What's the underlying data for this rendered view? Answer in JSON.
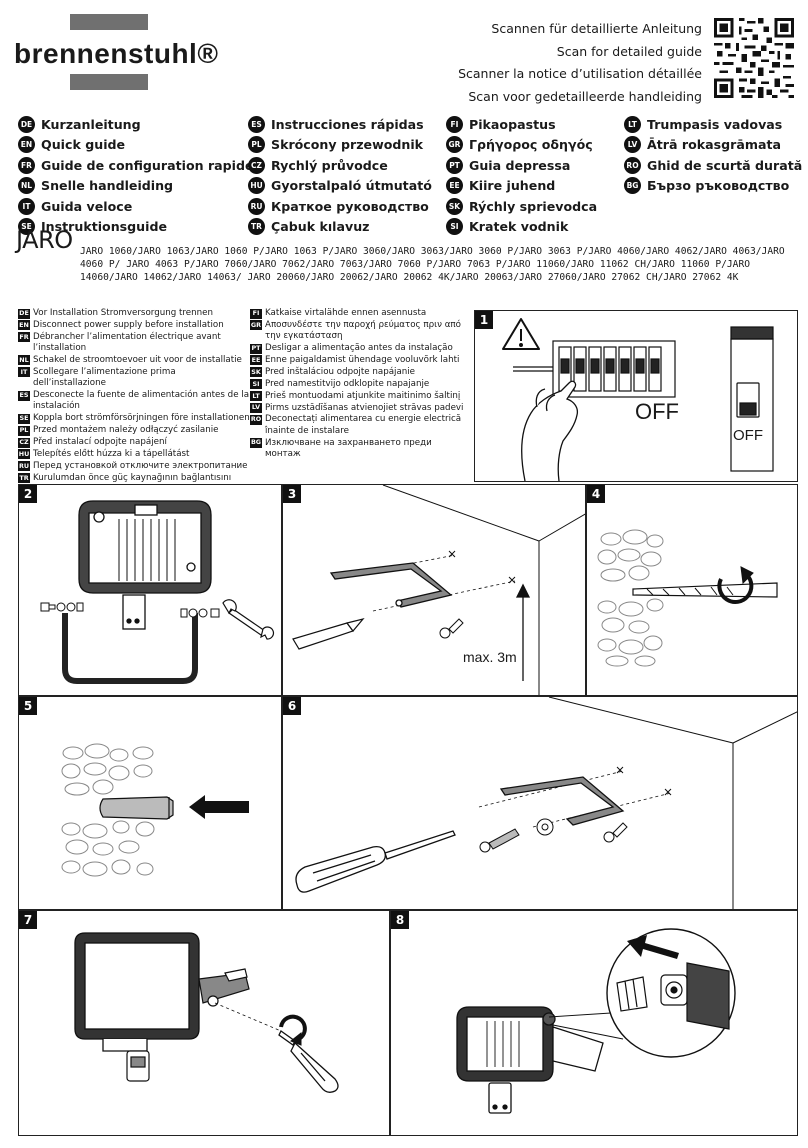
{
  "brand": {
    "name": "brennenstuhl®"
  },
  "scan": {
    "lines": [
      "Scannen für detaillierte Anleitung",
      "Scan for detailed guide",
      "Scanner la notice d’utilisation détaillée",
      "Scan voor gedetailleerde handleiding"
    ]
  },
  "languages": {
    "col1": [
      {
        "code": "DE",
        "label": "Kurzanleitung"
      },
      {
        "code": "EN",
        "label": "Quick guide"
      },
      {
        "code": "FR",
        "label": "Guide de configuration rapide"
      },
      {
        "code": "NL",
        "label": "Snelle handleiding"
      },
      {
        "code": "IT",
        "label": "Guida veloce"
      },
      {
        "code": "SE",
        "label": "Instruktionsguide"
      }
    ],
    "col2": [
      {
        "code": "ES",
        "label": "Instrucciones rápidas"
      },
      {
        "code": "PL",
        "label": "Skrócony przewodnik"
      },
      {
        "code": "CZ",
        "label": "Rychlý průvodce"
      },
      {
        "code": "HU",
        "label": "Gyorstalpaló útmutató"
      },
      {
        "code": "RU",
        "label": "Краткое руководство"
      },
      {
        "code": "TR",
        "label": "Çabuk kılavuz"
      }
    ],
    "col3": [
      {
        "code": "FI",
        "label": "Pikaopastus"
      },
      {
        "code": "GR",
        "label": "Γρήγορος οδηγός"
      },
      {
        "code": "PT",
        "label": "Guia depressa"
      },
      {
        "code": "EE",
        "label": "Kiire juhend"
      },
      {
        "code": "SK",
        "label": "Rýchly sprievodca"
      },
      {
        "code": "SI",
        "label": "Kratek vodnik"
      }
    ],
    "col4": [
      {
        "code": "LT",
        "label": "Trumpasis vadovas"
      },
      {
        "code": "LV",
        "label": "Ātrā rokasgrāmata"
      },
      {
        "code": "RO",
        "label": "Ghid de scurtă durată"
      },
      {
        "code": "BG",
        "label": "Бързо ръководство"
      }
    ]
  },
  "product": {
    "name": "JARO",
    "models": "JARO 1060/JARO 1063/JARO 1060 P/JARO 1063 P/JARO 3060/JARO 3063/JARO 3060 P/JARO 3063 P/JARO 4060/JARO 4062/JARO 4063/JARO 4060 P/ JARO 4063 P/JARO 7060/JARO 7062/JARO 7063/JARO 7060 P/JARO 7063 P/JARO 11060/JARO 11062 CH/JARO 11060 P/JARO 14060/JARO 14062/JARO 14063/ JARO 20060/JARO 20062/JARO 20062 4K/JARO 20063/JARO 27060/JARO 27062 CH/JARO 27062 4K"
  },
  "warnings": {
    "col1": [
      {
        "code": "DE",
        "text": "Vor Installation Stromversorgung trennen"
      },
      {
        "code": "EN",
        "text": "Disconnect power supply before installation"
      },
      {
        "code": "FR",
        "text": "Débrancher l’alimentation électrique avant l’installation"
      },
      {
        "code": "NL",
        "text": "Schakel de stroomtoevoer uit voor de installatie"
      },
      {
        "code": "IT",
        "text": "Scollegare l’alimentazione prima dell’installazione"
      },
      {
        "code": "ES",
        "text": "Desconecte la fuente de alimentación antes de la instalación"
      },
      {
        "code": "SE",
        "text": "Koppla bort strömförsörjningen före installationen"
      },
      {
        "code": "PL",
        "text": "Przed montażem należy odłączyć zasilanie"
      },
      {
        "code": "CZ",
        "text": "Před instalací odpojte napájení"
      },
      {
        "code": "HU",
        "text": "Telepítés előtt húzza ki a tápellátást"
      },
      {
        "code": "RU",
        "text": "Перед установкой отключите электропитание"
      },
      {
        "code": "TR",
        "text": "Kurulumdan önce güç kaynağının bağlantısını kesin"
      }
    ],
    "col2": [
      {
        "code": "FI",
        "text": "Katkaise virtalähde ennen asennusta"
      },
      {
        "code": "GR",
        "text": "Αποσυνδέστε την παροχή ρεύματος πριν από την εγκατάσταση"
      },
      {
        "code": "PT",
        "text": "Desligar a alimentação antes da instalação"
      },
      {
        "code": "EE",
        "text": "Enne paigaldamist ühendage vooluvõrk lahti"
      },
      {
        "code": "SK",
        "text": "Pred inštaláciou odpojte napájanie"
      },
      {
        "code": "SI",
        "text": "Pred namestitvijo odklopite napajanje"
      },
      {
        "code": "LT",
        "text": "Prieš montuodami atjunkite maitinimo šaltinį"
      },
      {
        "code": "LV",
        "text": "Pirms uzstādīšanas atvienojiet strāvas padevi"
      },
      {
        "code": "RO",
        "text": "Deconectați alimentarea cu energie electrică înainte de instalare"
      },
      {
        "code": "BG",
        "text": "Изключване на захранването преди монтаж"
      }
    ]
  },
  "steps": {
    "s1": {
      "num": "1",
      "off_breaker": "OFF",
      "off_switch": "OFF"
    },
    "s2": {
      "num": "2"
    },
    "s3": {
      "num": "3",
      "max_height": "max. 3m"
    },
    "s4": {
      "num": "4"
    },
    "s5": {
      "num": "5"
    },
    "s6": {
      "num": "6"
    },
    "s7": {
      "num": "7"
    },
    "s8": {
      "num": "8"
    }
  },
  "colors": {
    "ink": "#1a1a1a",
    "panel_border": "#222222",
    "logo_gray": "#707070"
  }
}
